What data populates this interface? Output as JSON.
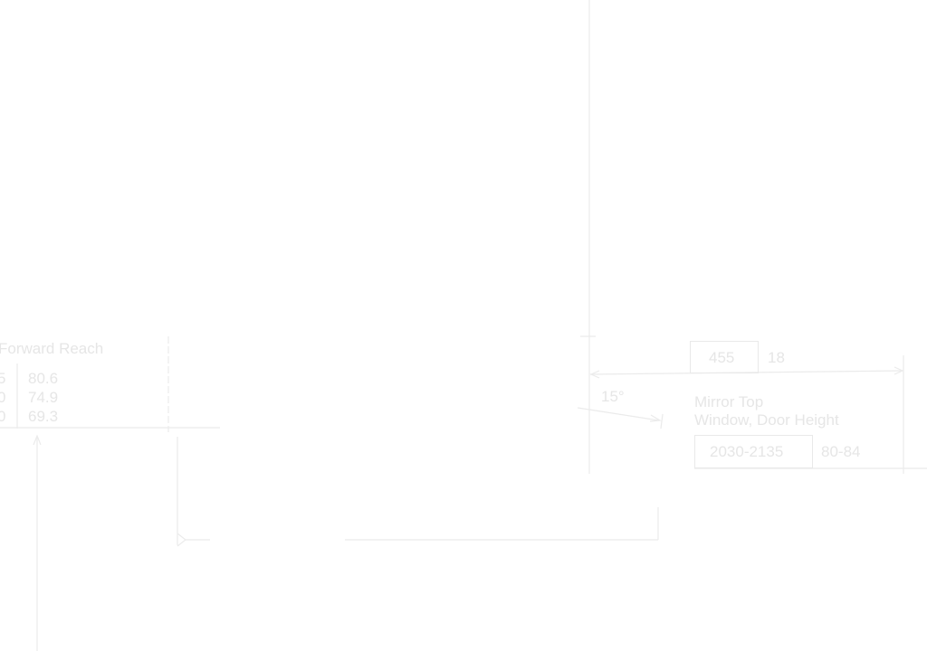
{
  "forward_reach": {
    "title": "Forward Reach",
    "rows": [
      {
        "left": "5",
        "right": "80.6"
      },
      {
        "left": "0",
        "right": "74.9"
      },
      {
        "left": "0",
        "right": "69.3"
      }
    ]
  },
  "top_dimension": {
    "mm": "455",
    "in": "18"
  },
  "angle": "15°",
  "mirror": {
    "line1": "Mirror Top",
    "line2": "Window, Door Height",
    "mm": "2030-2135",
    "in": "80-84"
  },
  "colors": {
    "line": "#e9e9e9",
    "text": "#e6e6e6",
    "background": "#ffffff"
  }
}
